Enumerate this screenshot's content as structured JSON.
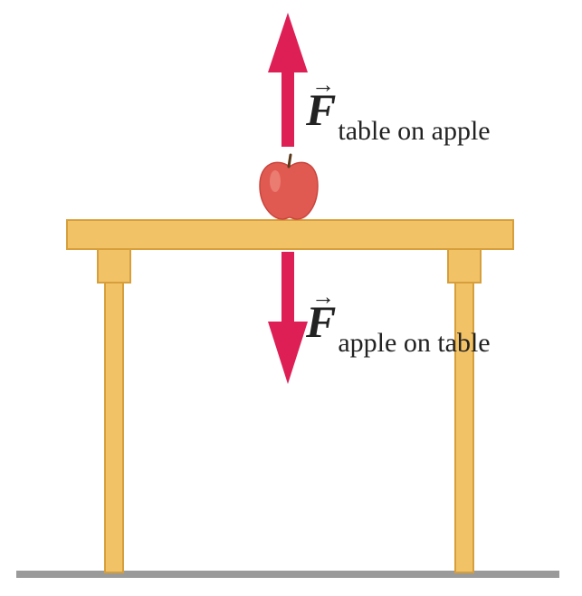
{
  "forces": {
    "upward": {
      "symbol": "F",
      "vector_mark": "→",
      "subscript": "table on apple",
      "color": "#dd1f55"
    },
    "downward": {
      "symbol": "F",
      "vector_mark": "→",
      "subscript": "apple on table",
      "color": "#dd1f55"
    }
  },
  "colors": {
    "table": "#f2c266",
    "table_edge": "#d69f3c",
    "apple": "#e05a52",
    "ground": "#9a9a9a",
    "arrow": "#dd1f55"
  }
}
